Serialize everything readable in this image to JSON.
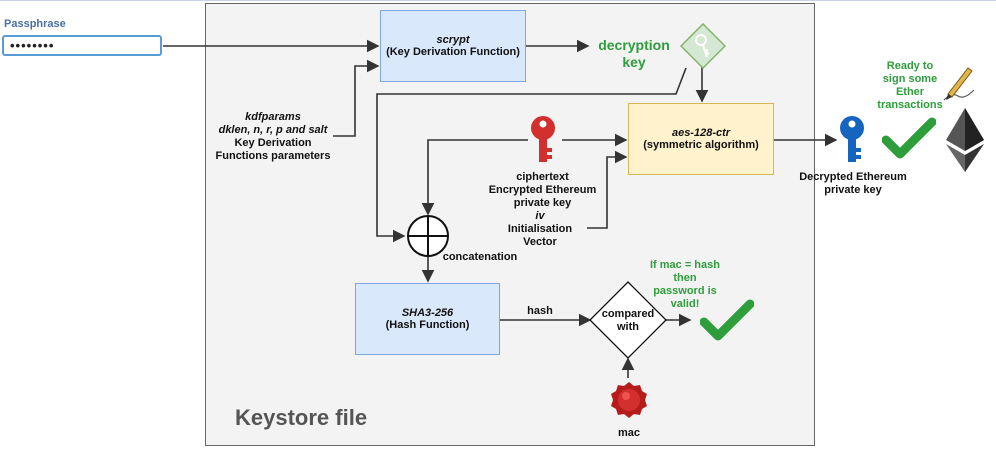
{
  "passphrase": {
    "label": "Passphrase",
    "value": "••••••••"
  },
  "keystore": {
    "title": "Keystore file"
  },
  "scrypt": {
    "name": "scrypt",
    "desc": "(Key Derivation Function)"
  },
  "decryption_key": {
    "line1": "decryption",
    "line2": "key"
  },
  "kdfparams": {
    "line1": "kdfparams",
    "line2": "dklen, n, r, p and salt",
    "line3": "Key Derivation",
    "line4": "Functions parameters"
  },
  "aes": {
    "name": "aes-128-ctr",
    "desc": "(symmetric algorithm)"
  },
  "ciphertext": {
    "line1": "ciphertext",
    "line2": "Encrypted Ethereum",
    "line3": "private key"
  },
  "iv": {
    "line1": "iv",
    "line2": "Initialisation",
    "line3": "Vector"
  },
  "concatenation": {
    "label": "concatenation"
  },
  "sha3": {
    "name": "SHA3-256",
    "desc": "(Hash Function)"
  },
  "hash": {
    "label": "hash"
  },
  "compared": {
    "line1": "compared",
    "line2": "with"
  },
  "mac": {
    "label": "mac"
  },
  "valid": {
    "line1": "If mac = hash",
    "line2": "then",
    "line3": "password is",
    "line4": "valid!"
  },
  "decrypted": {
    "line1": "Decrypted Ethereum",
    "line2": "private key"
  },
  "ready": {
    "line1": "Ready to",
    "line2": "sign some",
    "line3": "Ether",
    "line4": "transactions"
  },
  "colors": {
    "green": "#2e9e3b",
    "red_key": "#d32f2f",
    "blue_key": "#1565c0",
    "blue_box": "#dae8fc",
    "orange_box": "#fff2cc"
  }
}
